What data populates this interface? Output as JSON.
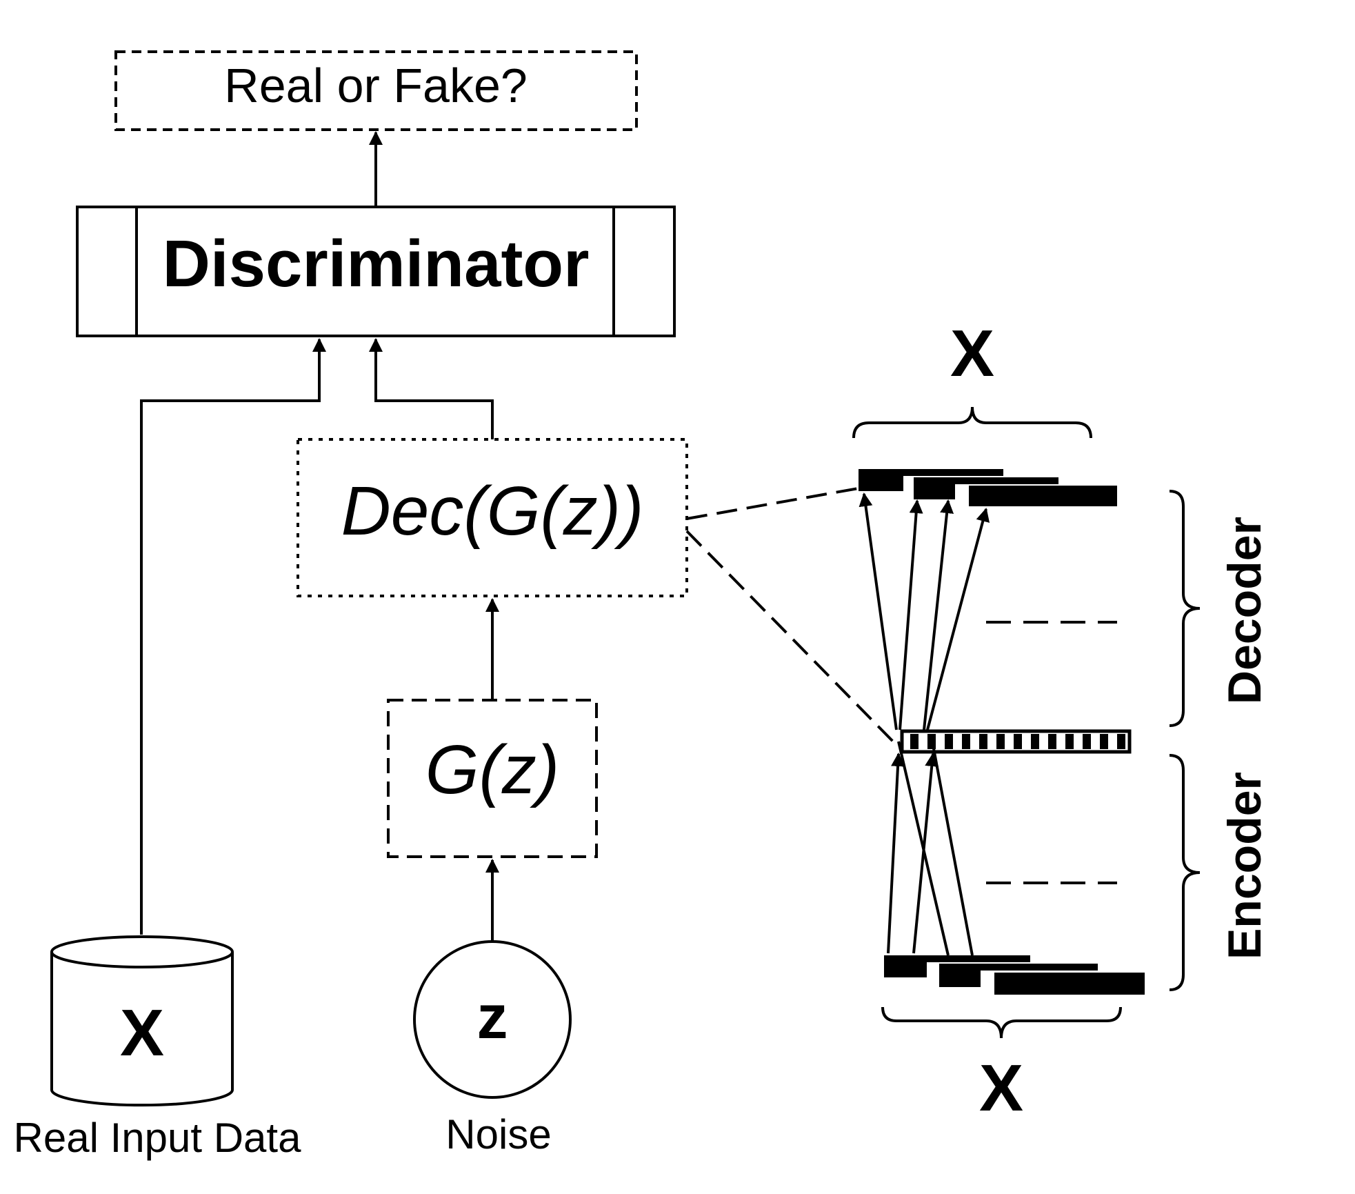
{
  "nodes": {
    "real_or_fake": "Real or Fake?",
    "discriminator": "Discriminator",
    "dec_gz": "Dec(G(z))",
    "gz": "G(z)",
    "noise_symbol": "z",
    "noise_caption": "Noise",
    "data_symbol": "X",
    "data_caption": "Real Input Data"
  },
  "autoencoder": {
    "top_label": "X",
    "bottom_label": "X",
    "decoder_label": "Decoder",
    "encoder_label": "Encoder"
  }
}
